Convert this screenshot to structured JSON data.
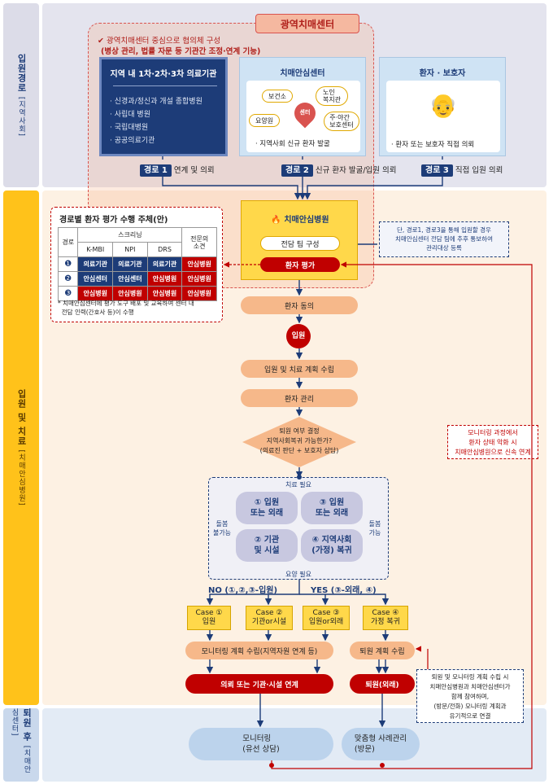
{
  "side": {
    "admission_path": {
      "title": "입원경로",
      "sub": "[지역사회]"
    },
    "admission_treatment": {
      "title": "입원 및 치료",
      "sub": "[치매안심병원]"
    },
    "after_discharge": {
      "title": "퇴원 후",
      "sub": "[치매안심센터]"
    }
  },
  "regional": {
    "title": "광역치매센터",
    "line1": "✔ 광역치매센터 중심으로 협의체 구성",
    "line2": "(병상 관리, 법률 자문 등 기관간 조정·연계 기능)"
  },
  "medical": {
    "title": "지역 내 1차·2차·3차 의료기관",
    "items": [
      "신경과/정신과 개설 종합병원",
      "사립대 병원",
      "국립대병원",
      "공공의료기관"
    ]
  },
  "center": {
    "title": "치매안심센터",
    "nodes": {
      "health": "보건소",
      "elder": "노인\n복지관",
      "center": "센터",
      "nursing": "요양원",
      "daycare": "주·야간\n보호센터"
    },
    "desc": "· 지역사회 신규 환자 발굴"
  },
  "patient": {
    "title": "환자 · 보호자",
    "desc": "· 환자 또는 보호자 직접 의뢰"
  },
  "routes": [
    {
      "badge": "경로 1",
      "label": "연계 및 의뢰"
    },
    {
      "badge": "경로 2",
      "label": "신규 환자 발굴/입원 의뢰"
    },
    {
      "badge": "경로 3",
      "label": "직접 입원 의뢰"
    }
  ],
  "hospital": {
    "title": "치매안심병원",
    "team": "전담 팀 구성",
    "eval": "환자 평가"
  },
  "note_right": "단, 경로1, 경로3을 통해 입원할 경우\n치매안심센터 전담 팀에 추후 통보하여\n관리대상 등록",
  "eval_table": {
    "title": "경로별 환자 평가 수행 주체(안)",
    "h_route": "경로",
    "h_screen": "스크리닝",
    "h_spec": "전문의\n소견",
    "cols": [
      "K-MBI",
      "NPI",
      "DRS"
    ],
    "rows": [
      {
        "n": "❶",
        "cells": [
          "의료기관",
          "의료기관",
          "의료기관",
          "안심병원"
        ]
      },
      {
        "n": "❷",
        "cells": [
          "안심센터",
          "안심센터",
          "안심병원",
          "안심병원"
        ]
      },
      {
        "n": "❸",
        "cells": [
          "안심병원",
          "안심병원",
          "안심병원",
          "안심병원"
        ]
      }
    ],
    "note": "* 치매안심센터에 평가 도구 배포 및 교육하여 센터 내\n  전담 인력(간호사 등)이 수행"
  },
  "flow": {
    "consent": "환자 동의",
    "admit": "입원",
    "plan": "입원 및 치료 계획 수립",
    "manage": "환자 관리",
    "decision": "퇴원 여부 결정\n지역사회복귀 가능한가?\n(의료진 판단 + 보호자 상담)"
  },
  "monitor_note": "모니터링 과정에서\n환자 상태 악화 시\n치매안심병원으로 신속 연계",
  "quadrant": {
    "top": "치료 필요",
    "bottom": "요양 필요",
    "left": "돌봄\n불가능",
    "right": "돌봄\n가능",
    "q1": "① 입원\n또는 외래",
    "q3": "③ 입원\n또는 외래",
    "q2": "② 기관\n및 시설",
    "q4": "④ 지역사회\n(가정) 복귀"
  },
  "branch": {
    "no": "NO (①,②,③-입원)",
    "yes": "YES (③-외래, ④)"
  },
  "cases": [
    {
      "h": "Case ①",
      "b": "입원"
    },
    {
      "h": "Case ②",
      "b": "기관or시설"
    },
    {
      "h": "Case ③",
      "b": "입원or외래"
    },
    {
      "h": "Case ④",
      "b": "가정 복귀"
    }
  ],
  "after": {
    "monitor_plan": "모니터링 계획 수립(지역자원 연계 등)",
    "discharge_plan": "퇴원 계획 수립",
    "referral": "의뢰 또는 기관·시설 연계",
    "discharge_out": "퇴원(외래)",
    "plan_note": "퇴원 및 모니터링 계획 수립 시\n치매안심병원과 치매안심센터가\n함께 참여하며,\n(방문/전화) 모니터링 계획과\n유기적으로 연결",
    "monitoring": "모니터링\n(유선 상담)",
    "case_mgmt": "맞춤형 사례관리\n(방문)"
  },
  "colors": {
    "navy": "#1d3c78",
    "red": "#c00000",
    "orange": "#f4a460",
    "yellow": "#ffd84a"
  }
}
